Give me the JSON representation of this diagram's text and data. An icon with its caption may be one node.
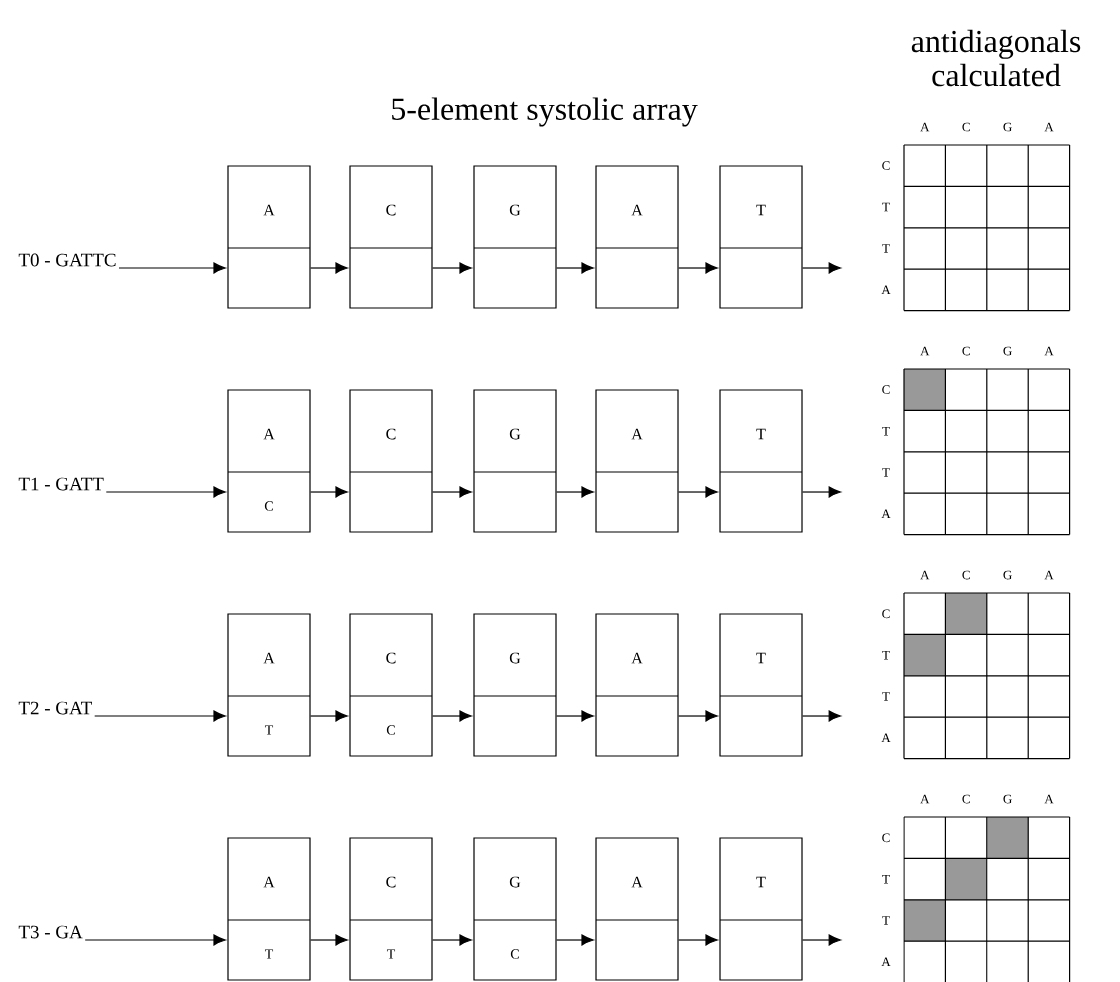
{
  "diagram": {
    "title": "5-element systolic array",
    "nodes": [
      {
        "text": [
          "T0 - GATTC"
        ]
      },
      {
        "text": [
          "A"
        ]
      },
      {
        "text": [
          "C"
        ]
      },
      {
        "text": [
          "G"
        ]
      },
      {
        "text": [
          "A"
        ]
      },
      {
        "text": [
          "T"
        ]
      },
      {
        "text": [
          "T1 - GATT"
        ]
      },
      {
        "text": [
          "A",
          "C"
        ]
      },
      {
        "text": [
          "C"
        ]
      },
      {
        "text": [
          "G"
        ]
      },
      {
        "text": [
          "A"
        ]
      },
      {
        "text": [
          "T"
        ]
      },
      {
        "text": [
          "T2 - GAT"
        ]
      },
      {
        "text": [
          "A",
          "T"
        ]
      },
      {
        "text": [
          "C",
          "C"
        ]
      },
      {
        "text": [
          "G"
        ]
      },
      {
        "text": [
          "A"
        ]
      },
      {
        "text": [
          "T"
        ]
      },
      {
        "text": [
          "T3 - GA"
        ]
      },
      {
        "text": [
          "A",
          "T"
        ]
      },
      {
        "text": [
          "C",
          "T"
        ]
      },
      {
        "text": [
          "G",
          "C"
        ]
      },
      {
        "text": [
          "A"
        ]
      },
      {
        "text": [
          "T"
        ]
      }
    ],
    "edges": [
      {
        "from": 0,
        "to": 1,
        "arrow": "to"
      },
      {
        "from": 1,
        "to": 2,
        "arrow": "to"
      },
      {
        "from": 2,
        "to": 3,
        "arrow": "to"
      },
      {
        "from": 3,
        "to": 4,
        "arrow": "to"
      },
      {
        "from": 4,
        "to": 5,
        "arrow": "to"
      },
      {
        "from": 5,
        "to": null,
        "arrow": "to"
      },
      {
        "from": 6,
        "to": 7,
        "arrow": "to"
      },
      {
        "from": 7,
        "to": 8,
        "arrow": "to"
      },
      {
        "from": 8,
        "to": 9,
        "arrow": "to"
      },
      {
        "from": 9,
        "to": 10,
        "arrow": "to"
      },
      {
        "from": 10,
        "to": 11,
        "arrow": "to"
      },
      {
        "from": 11,
        "to": null,
        "arrow": "to"
      },
      {
        "from": 12,
        "to": 13,
        "arrow": "to"
      },
      {
        "from": 13,
        "to": 14,
        "arrow": "to"
      },
      {
        "from": 14,
        "to": 15,
        "arrow": "to"
      },
      {
        "from": 15,
        "to": 16,
        "arrow": "to"
      },
      {
        "from": 16,
        "to": 17,
        "arrow": "to"
      },
      {
        "from": 17,
        "to": null,
        "arrow": "to"
      },
      {
        "from": 18,
        "to": 19,
        "arrow": "to"
      },
      {
        "from": 19,
        "to": 20,
        "arrow": "to"
      },
      {
        "from": 20,
        "to": 21,
        "arrow": "to"
      },
      {
        "from": 21,
        "to": 22,
        "arrow": "to"
      },
      {
        "from": 22,
        "to": 23,
        "arrow": "to"
      },
      {
        "from": 23,
        "to": null,
        "arrow": "to"
      }
    ],
    "labels": [
      "antidiagonals calculated",
      "A",
      "C",
      "G",
      "A",
      "C",
      "T",
      "T",
      "A",
      "A",
      "C",
      "G",
      "A",
      "C",
      "T",
      "T",
      "A",
      "A",
      "C",
      "G",
      "A",
      "C",
      "T",
      "T",
      "A",
      "A",
      "C",
      "G",
      "A",
      "C",
      "T",
      "T",
      "A"
    ]
  }
}
